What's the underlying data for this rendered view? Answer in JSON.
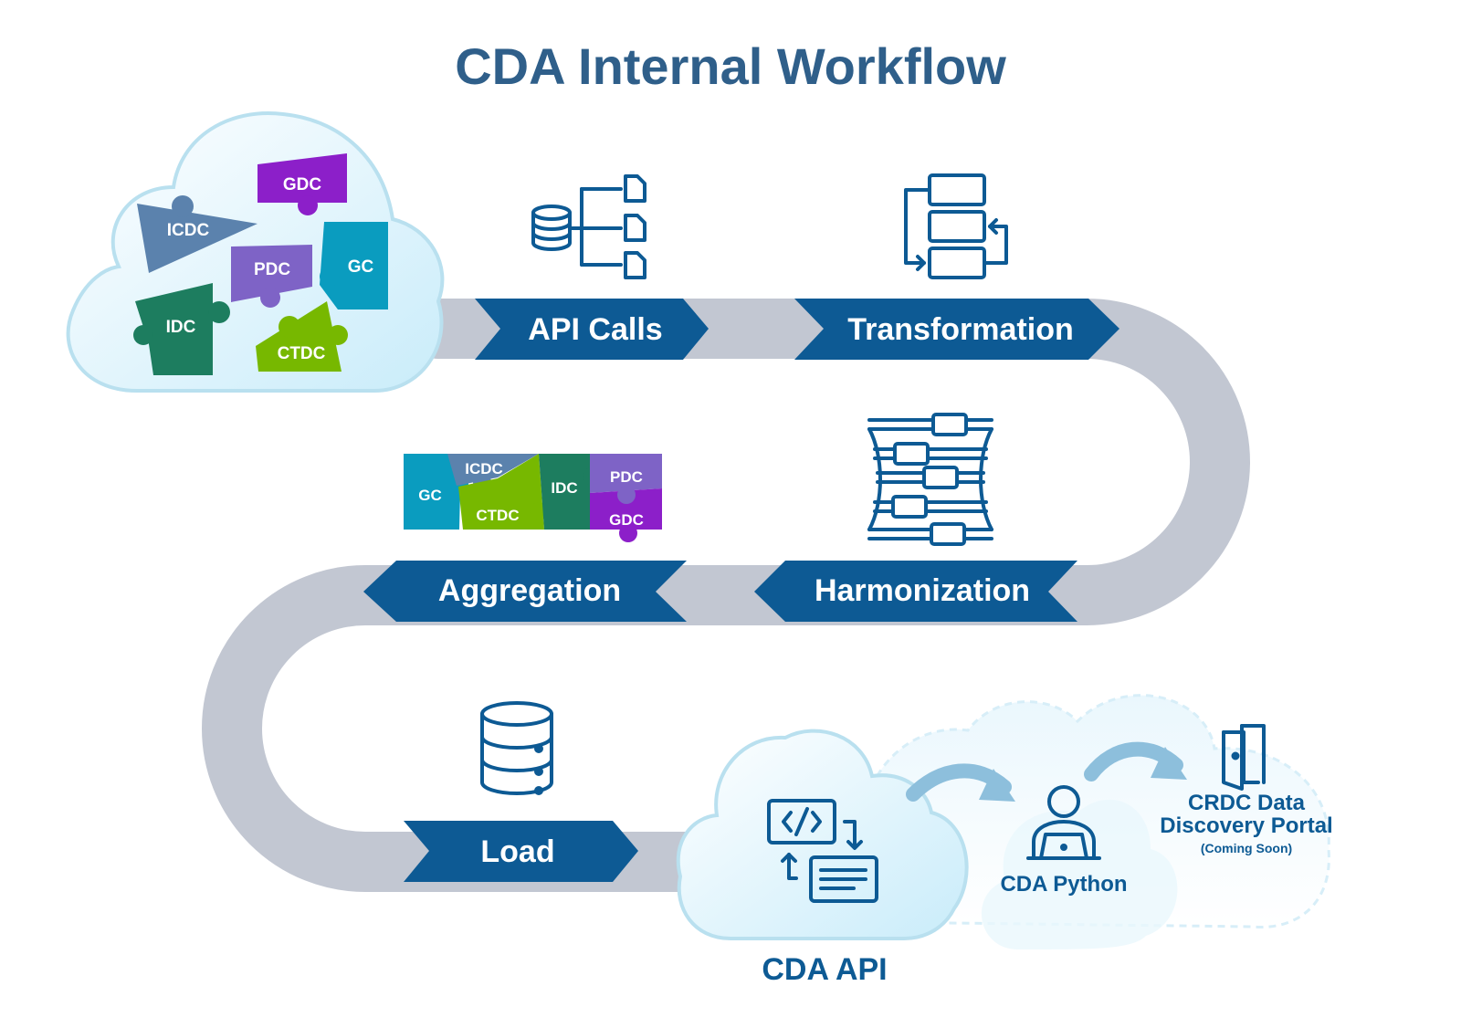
{
  "title": "CDA Internal Workflow",
  "sources": [
    "GDC",
    "ICDC",
    "PDC",
    "GC",
    "IDC",
    "CTDC"
  ],
  "steps": {
    "api_calls": "API Calls",
    "transformation": "Transformation",
    "harmonization": "Harmonization",
    "aggregation": "Aggregation",
    "load": "Load"
  },
  "aggregated": [
    "GC",
    "ICDC",
    "CTDC",
    "IDC",
    "PDC",
    "GDC"
  ],
  "destinations": {
    "cda_api": "CDA API",
    "cda_python": "CDA Python",
    "portal_line1": "CRDC Data",
    "portal_line2": "Discovery Portal",
    "portal_note": "(Coming Soon)"
  },
  "colors": {
    "title": "#2f5f8a",
    "step_fill": "#0d5a94",
    "track": "#c2c7d2",
    "gdc": "#8c1fc9",
    "icdc": "#5b82ad",
    "pdc": "#7e63c6",
    "gc": "#0a9cbf",
    "idc": "#1d7d5f",
    "ctdc": "#77b800"
  },
  "icons": [
    "database-tree-icon",
    "transformation-icon",
    "harmonization-icon",
    "database-icon",
    "code-api-icon",
    "user-laptop-icon",
    "door-icon"
  ]
}
